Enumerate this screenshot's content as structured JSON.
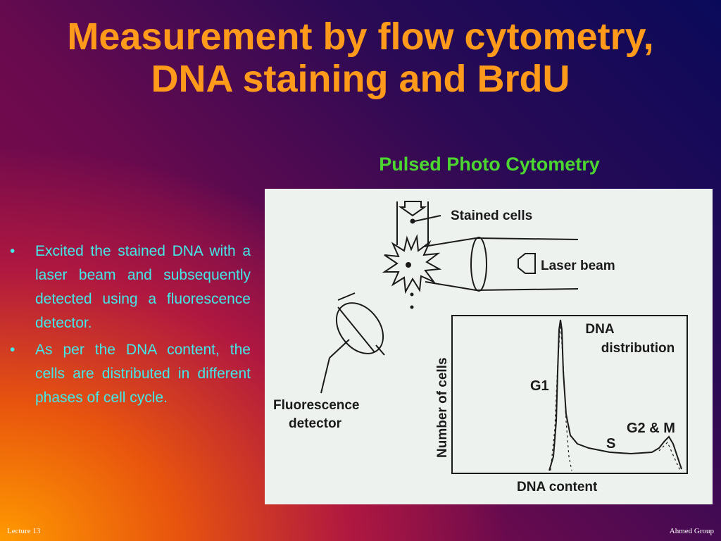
{
  "slide": {
    "title_line1": "Measurement by flow cytometry,",
    "title_line2": "DNA staining and BrdU",
    "subtitle": "Pulsed Photo Cytometry",
    "bullets": [
      "Excited the stained DNA with a laser beam and subsequently detected using a fluorescence detector.",
      "As per the DNA content, the cells are distributed in different phases of cell cycle."
    ],
    "bullet_symbol": "•",
    "footer_left": "Lecture 13",
    "footer_right": "Ahmed Group"
  },
  "diagram": {
    "labels": {
      "stained_cells": "Stained cells",
      "laser_beam": "Laser beam",
      "fluorescence_detector_line1": "Fluorescence",
      "fluorescence_detector_line2": "detector",
      "dna_distribution_line1": "DNA",
      "dna_distribution_line2": "distribution",
      "g1": "G1",
      "s": "S",
      "g2m": "G2 & M",
      "y_axis": "Number of cells",
      "x_axis": "DNA content"
    }
  },
  "colors": {
    "title": "#ff9a1a",
    "subtitle": "#4cd630",
    "bullet_text": "#43e8e8",
    "figure_bg": "#eef2ef",
    "ink": "#1a1a1a"
  }
}
